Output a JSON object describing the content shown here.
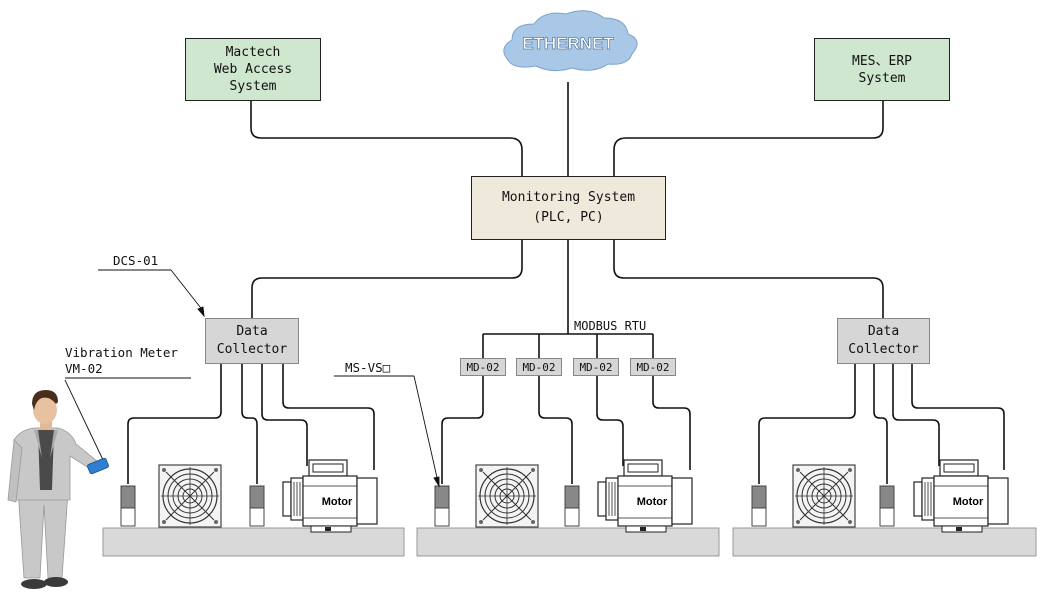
{
  "network": {
    "label": "ETHERNET"
  },
  "web_access": {
    "lines": [
      "Mactech",
      "Web Access",
      "System"
    ]
  },
  "mes": {
    "lines": [
      "MES、ERP",
      "System"
    ]
  },
  "monitoring": {
    "lines": [
      "Monitoring System",
      "(PLC, PC)"
    ]
  },
  "modbus": {
    "label": "MODBUS RTU"
  },
  "collectors": [
    {
      "lines": [
        "Data",
        "Collector"
      ]
    },
    {
      "lines": [
        "Data",
        "Collector"
      ]
    }
  ],
  "modules": [
    "MD-02",
    "MD-02",
    "MD-02",
    "MD-02"
  ],
  "callouts": {
    "dcs": "DCS-01",
    "meter_line1": "Vibration Meter",
    "meter_line2": "VM-02",
    "sensor": "MS-VS□"
  },
  "motor_label": "Motor",
  "colors": {
    "cloud": "#a9c8e8",
    "green_box": "#cfe6cf",
    "beige_box": "#efe9dc",
    "grey_box": "#d6d6d6",
    "base": "#d9d9d9"
  }
}
